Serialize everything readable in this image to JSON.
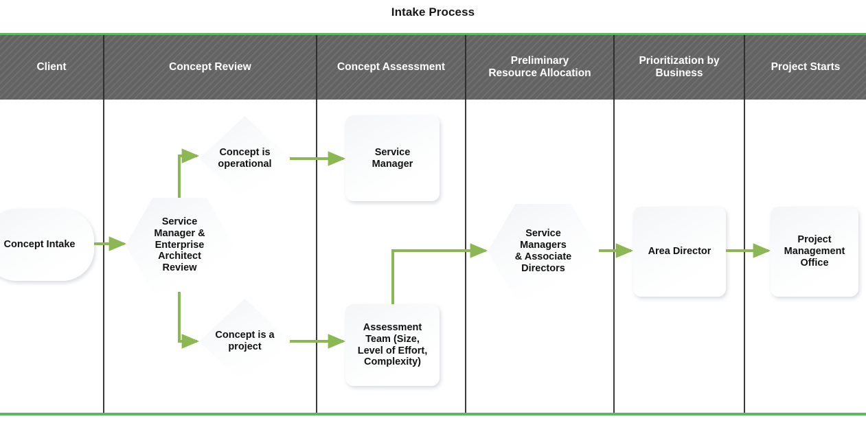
{
  "diagram": {
    "title": "Intake Process",
    "accent_green": "#5CB85C",
    "arrow_green": "#8CB854",
    "header_gray": "#636363",
    "lanes": [
      {
        "label": "Client"
      },
      {
        "label": "Concept Review"
      },
      {
        "label": "Concept Assessment"
      },
      {
        "label": "Preliminary\nResource Allocation"
      },
      {
        "label": "Prioritization by\nBusiness"
      },
      {
        "label": "Project Starts"
      }
    ],
    "nodes": [
      {
        "id": "concept-intake",
        "label": "Concept Intake",
        "shape": "pill",
        "lane": "Client"
      },
      {
        "id": "sm-ea-review",
        "label": "Service\nManager &\nEnterprise\nArchitect\nReview",
        "shape": "hexagon",
        "lane": "Concept Review"
      },
      {
        "id": "concept-operational",
        "label": "Concept is\noperational",
        "shape": "diamond",
        "lane": "Concept Review"
      },
      {
        "id": "concept-project",
        "label": "Concept is a\nproject",
        "shape": "diamond",
        "lane": "Concept Review"
      },
      {
        "id": "service-manager",
        "label": "Service\nManager",
        "shape": "rectangle",
        "lane": "Concept Assessment"
      },
      {
        "id": "assessment-team",
        "label": "Assessment\nTeam (Size,\nLevel of Effort,\nComplexity)",
        "shape": "rectangle",
        "lane": "Concept Assessment"
      },
      {
        "id": "sm-assoc-directors",
        "label": "Service\nManagers\n& Associate\nDirectors",
        "shape": "hexagon",
        "lane": "Preliminary Resource Allocation"
      },
      {
        "id": "area-director",
        "label": "Area Director",
        "shape": "rectangle",
        "lane": "Prioritization by Business"
      },
      {
        "id": "pmo",
        "label": "Project\nManagement\nOffice",
        "shape": "rectangle",
        "lane": "Project Starts"
      }
    ],
    "connections": [
      {
        "from": "concept-intake",
        "to": "sm-ea-review"
      },
      {
        "from": "sm-ea-review",
        "to": "concept-operational"
      },
      {
        "from": "sm-ea-review",
        "to": "concept-project"
      },
      {
        "from": "concept-operational",
        "to": "service-manager"
      },
      {
        "from": "concept-project",
        "to": "assessment-team"
      },
      {
        "from": "assessment-team",
        "to": "sm-assoc-directors"
      },
      {
        "from": "sm-assoc-directors",
        "to": "area-director"
      },
      {
        "from": "area-director",
        "to": "pmo"
      }
    ]
  }
}
